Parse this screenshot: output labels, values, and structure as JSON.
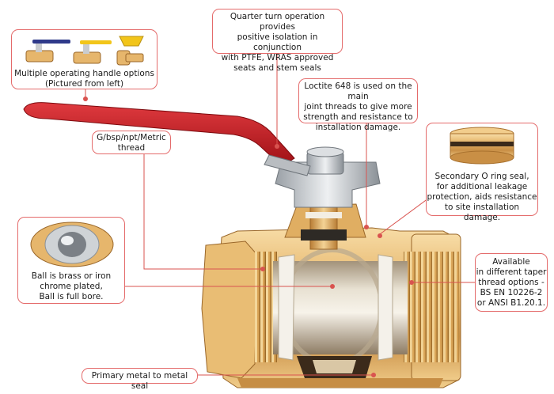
{
  "callouts": {
    "quarter_turn": "Quarter turn operation provides\npositive isolation in conjunction\nwith PTFE, WRAS approved\nseats and stem seals",
    "handles": "Multiple operating handle options\n(Pictured from left)",
    "loctite": "Loctite 648 is used on the main\njoint threads to give more\nstrength and resistance to\ninstallation damage.",
    "thread": "G/bsp/npt/Metric\nthread",
    "o_ring": "Secondary O ring seal,\nfor additional leakage\nprotection, aids resistance\nto site installation damage.",
    "ball": "Ball is brass or iron\nchrome plated,\nBall is full bore.",
    "taper": "Available\nin different taper\nthread options -\nBS EN 10226-2\nor ANSI B1.20.1.",
    "seal": "Primary metal to metal seal"
  },
  "colors": {
    "callout_border": "#e46b6b",
    "leader": "#d9534f",
    "brass_light": "#f2cd8c",
    "brass_mid": "#d8a55a",
    "brass_dark": "#a8702d",
    "handle_red": "#c8161d",
    "steel": "#c9ccd0"
  }
}
